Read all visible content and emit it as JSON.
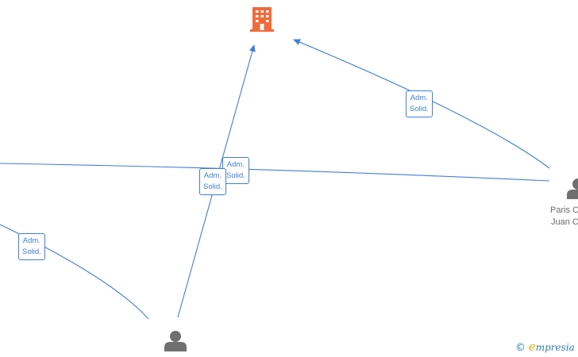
{
  "colors": {
    "edge": "#3f7fd6",
    "company": "#f26b3a",
    "person": "#6f6f6f",
    "label_text": "#6b6b6b"
  },
  "nodes": [
    {
      "id": "company",
      "type": "company",
      "icon": "building-icon"
    },
    {
      "id": "person-bottom",
      "type": "person",
      "icon": "person-icon",
      "name": []
    },
    {
      "id": "person-right",
      "type": "person",
      "icon": "person-icon",
      "name": [
        "Paris C",
        "Juan C"
      ]
    }
  ],
  "edge_labels": [
    {
      "id": "label-right-company",
      "lines": [
        "Adm.",
        "Solid."
      ]
    },
    {
      "id": "label-right-left",
      "lines": [
        "Adm.",
        "Solid."
      ]
    },
    {
      "id": "label-bottom-company",
      "lines": [
        "Adm.",
        "Solid."
      ]
    },
    {
      "id": "label-left-bottom",
      "lines": [
        "Adm.",
        "Solid."
      ]
    }
  ],
  "watermark": {
    "copyright": "©",
    "brand_initial": "e",
    "brand_rest": "mpresia"
  }
}
